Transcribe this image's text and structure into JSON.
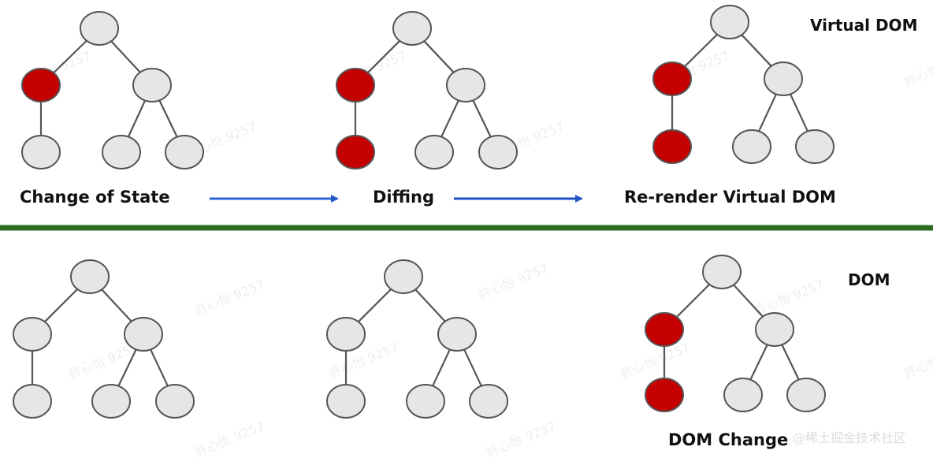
{
  "colors": {
    "node_fill": "#e6e6e6",
    "node_stroke": "#555555",
    "changed_fill": "#c40000",
    "divider": "#2e6b23",
    "arrow": "#2458c8"
  },
  "labels": {
    "change_of_state": "Change of State",
    "diffing": "Diffing",
    "rerender": "Re-render Virtual DOM",
    "virtual_dom": "Virtual DOM",
    "dom": "DOM",
    "dom_change": "DOM Change"
  },
  "watermark": {
    "faint_text": "許心怡 9257",
    "site_text": "@稀土掘金技术社区"
  },
  "trees": [
    {
      "row": "virtual-dom",
      "stage": "change-of-state",
      "red": [
        "left"
      ]
    },
    {
      "row": "virtual-dom",
      "stage": "diffing",
      "red": [
        "left",
        "left-child"
      ]
    },
    {
      "row": "virtual-dom",
      "stage": "re-render",
      "red": [
        "left",
        "left-child"
      ]
    },
    {
      "row": "dom",
      "stage": "initial",
      "red": []
    },
    {
      "row": "dom",
      "stage": "unchanged",
      "red": []
    },
    {
      "row": "dom",
      "stage": "dom-change",
      "red": [
        "left",
        "left-child"
      ]
    }
  ]
}
